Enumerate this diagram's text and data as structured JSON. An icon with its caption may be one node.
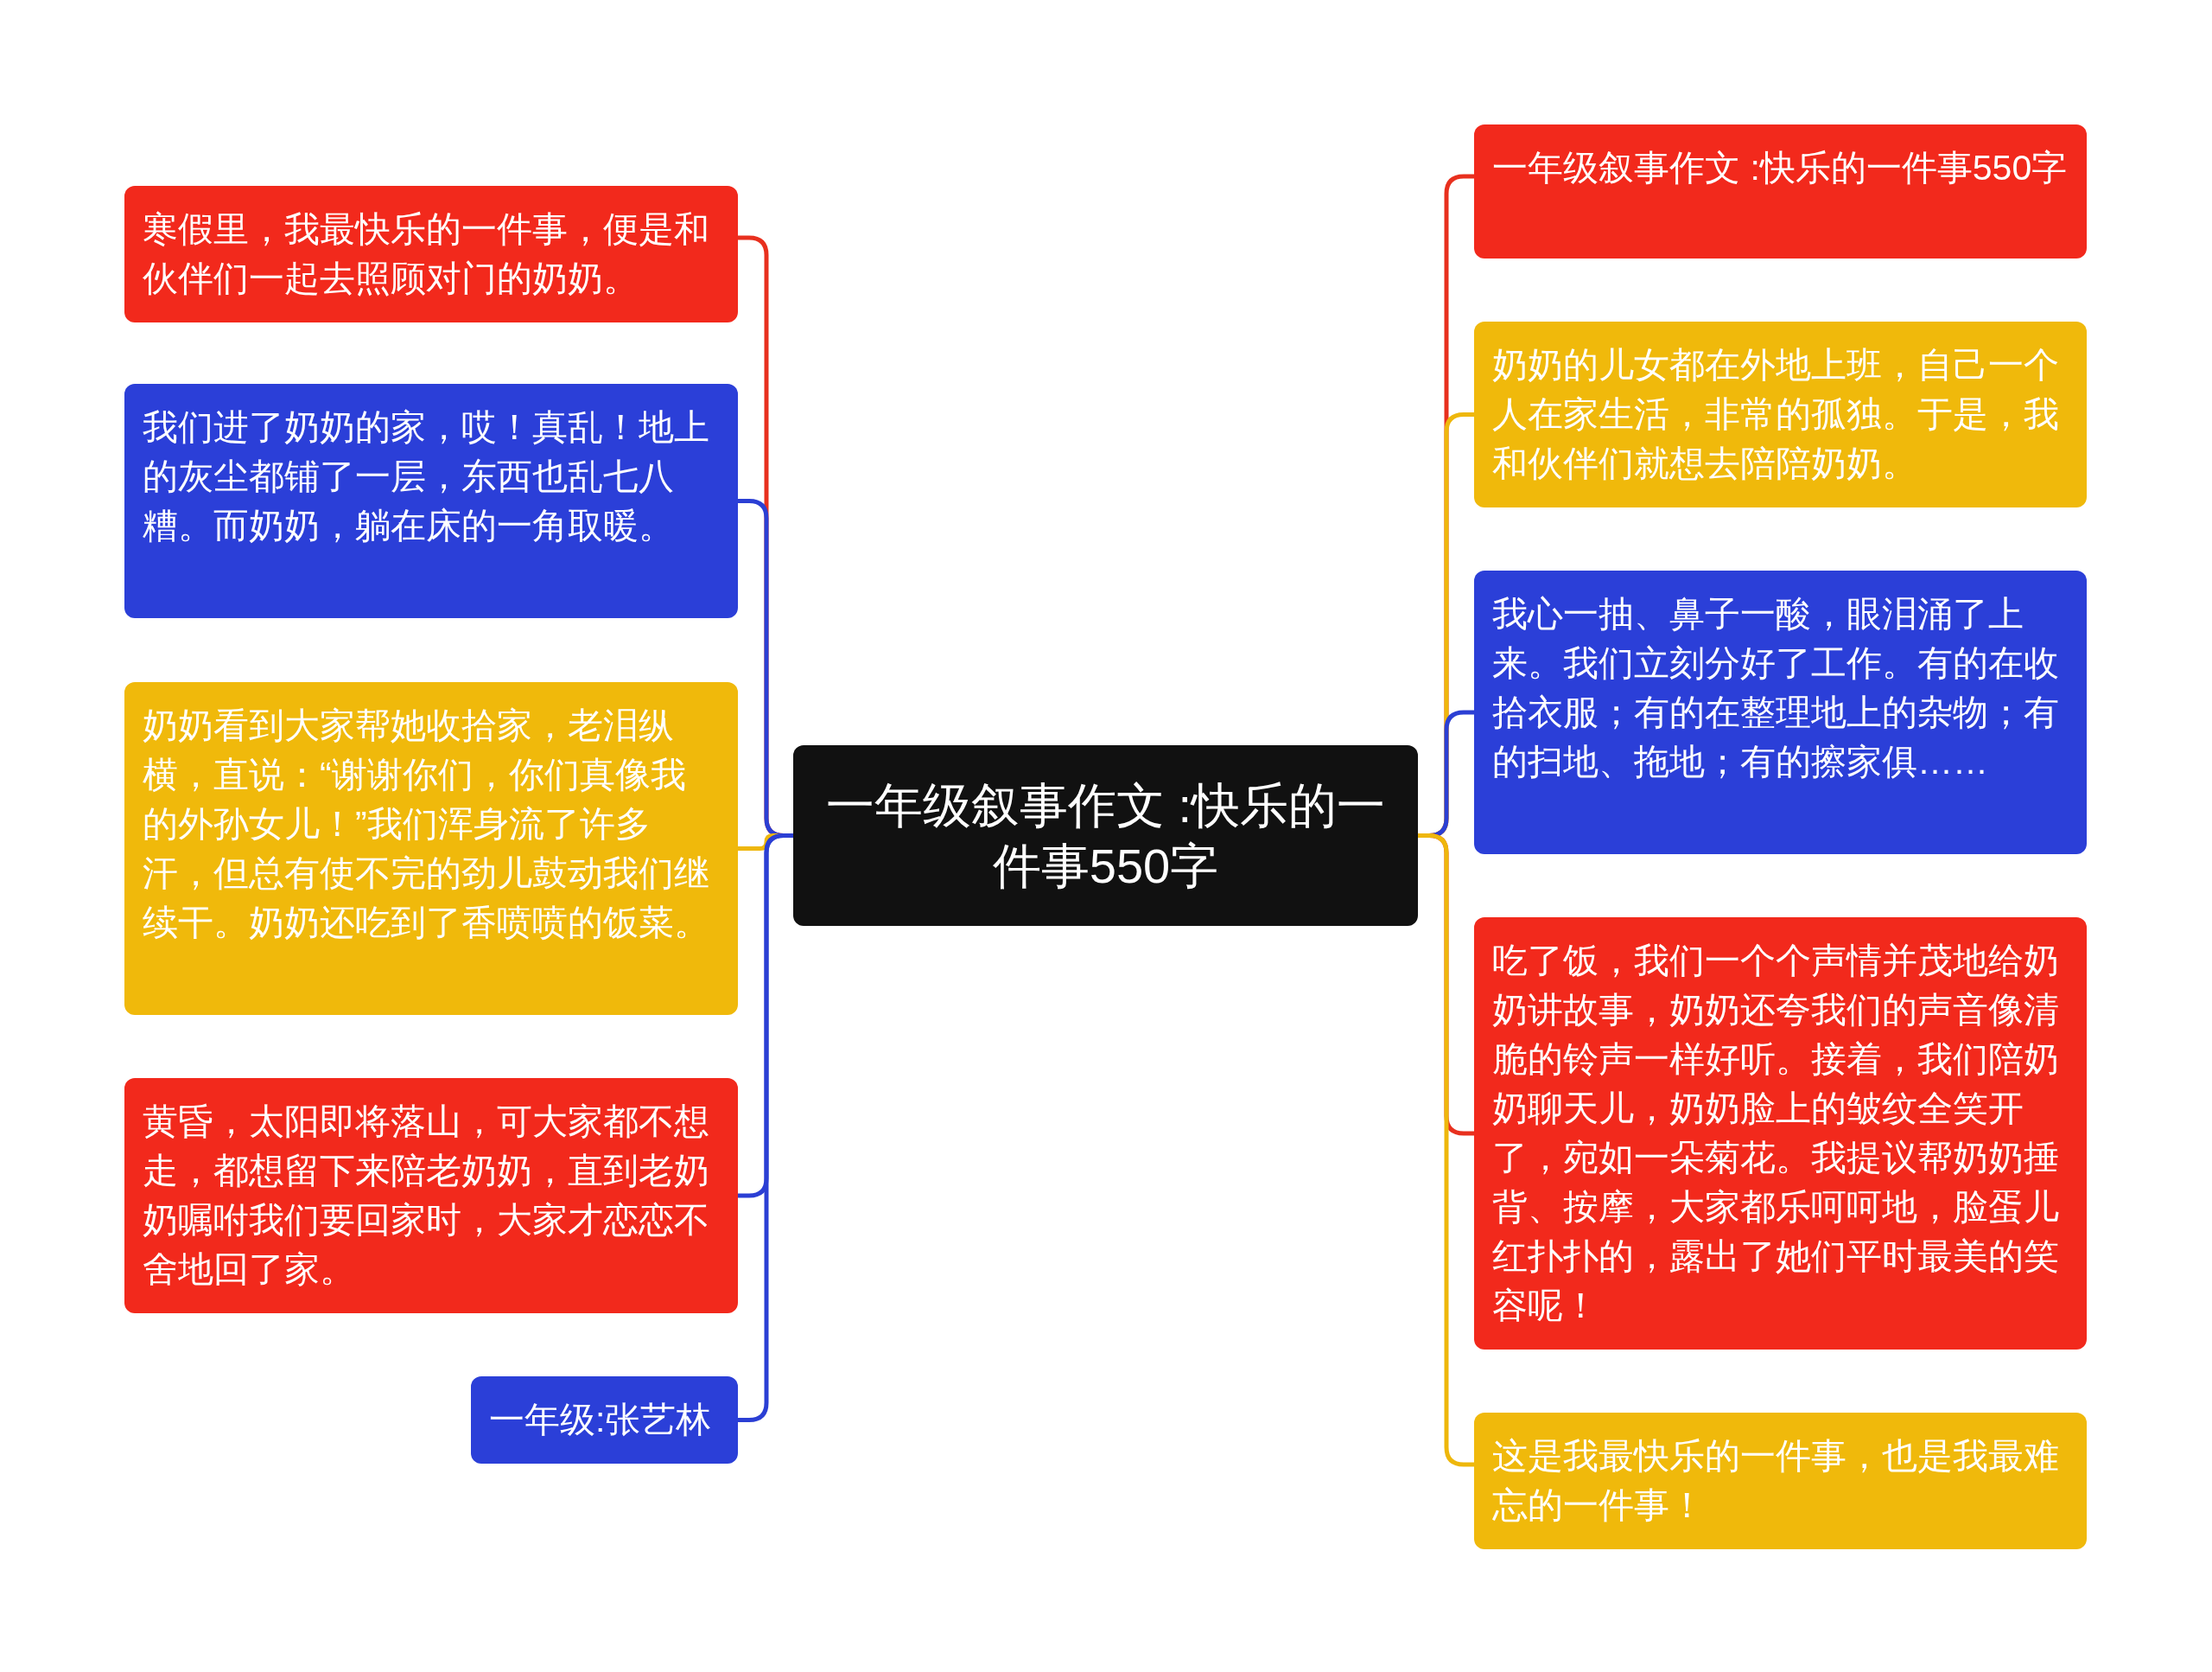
{
  "diagram": {
    "nodes": [
      {
        "text": [
          "一年级叙事作文 :快乐的一件事550字"
        ]
      },
      {
        "text": [
          "寒假里，我最快乐的一件事，便是和伙伴们一起去照顾对门的奶奶。"
        ]
      },
      {
        "text": [
          "我们进了奶奶的家，哎！真乱！地上的灰尘都铺了一层，东西也乱七八糟。而奶奶，躺在床的一角取暖。"
        ]
      },
      {
        "text": [
          "奶奶看到大家帮她收拾家，老泪纵横，直说：“谢谢你们，你们真像我的外孙女儿！”我们浑身流了许多汗，但总有使不完的劲儿鼓动我们继续干。奶奶还吃到了香喷喷的饭菜。"
        ]
      },
      {
        "text": [
          "黄昏，太阳即将落山，可大家都不想走，都想留下来陪老奶奶，直到老奶奶嘱咐我们要回家时，大家才恋恋不舍地回了家。"
        ]
      },
      {
        "text": [
          "一年级:张艺林"
        ]
      },
      {
        "text": [
          "一年级叙事作文 :快乐的一件事550字"
        ]
      },
      {
        "text": [
          "奶奶的儿女都在外地上班，自己一个人在家生活，非常的孤独。于是，我和伙伴们就想去陪陪奶奶。"
        ]
      },
      {
        "text": [
          "我心一抽、鼻子一酸，眼泪涌了上来。我们立刻分好了工作。有的在收拾衣服；有的在整理地上的杂物；有的扫地、拖地；有的擦家俱……"
        ]
      },
      {
        "text": [
          "吃了饭，我们一个个声情并茂地给奶奶讲故事，奶奶还夸我们的声音像清脆的铃声一样好听。接着，我们陪奶奶聊天儿，奶奶脸上的皱纹全笑开了，宛如一朵菊花。我提议帮奶奶捶背、按摩，大家都乐呵呵地，脸蛋儿红扑扑的，露出了她们平时最美的笑容呢！"
        ]
      },
      {
        "text": [
          "这是我最快乐的一件事，也是我最难忘的一件事！"
        ]
      }
    ],
    "edges": [
      {
        "from": 0,
        "to": 1,
        "arrow": "none",
        "color": "#e8301e"
      },
      {
        "from": 0,
        "to": 2,
        "arrow": "none",
        "color": "#2b3fd4"
      },
      {
        "from": 0,
        "to": 3,
        "arrow": "none",
        "color": "#eeb70c"
      },
      {
        "from": 0,
        "to": 4,
        "arrow": "none",
        "color": "#2b3fd4"
      },
      {
        "from": 0,
        "to": 5,
        "arrow": "none",
        "color": "#2b3fd4"
      },
      {
        "from": 0,
        "to": 6,
        "arrow": "none",
        "color": "#e8301e"
      },
      {
        "from": 0,
        "to": 7,
        "arrow": "none",
        "color": "#eeb70c"
      },
      {
        "from": 0,
        "to": 8,
        "arrow": "none",
        "color": "#2b3fd4"
      },
      {
        "from": 0,
        "to": 9,
        "arrow": "none",
        "color": "#e8301e"
      },
      {
        "from": 0,
        "to": 10,
        "arrow": "none",
        "color": "#eeb70c"
      }
    ]
  }
}
